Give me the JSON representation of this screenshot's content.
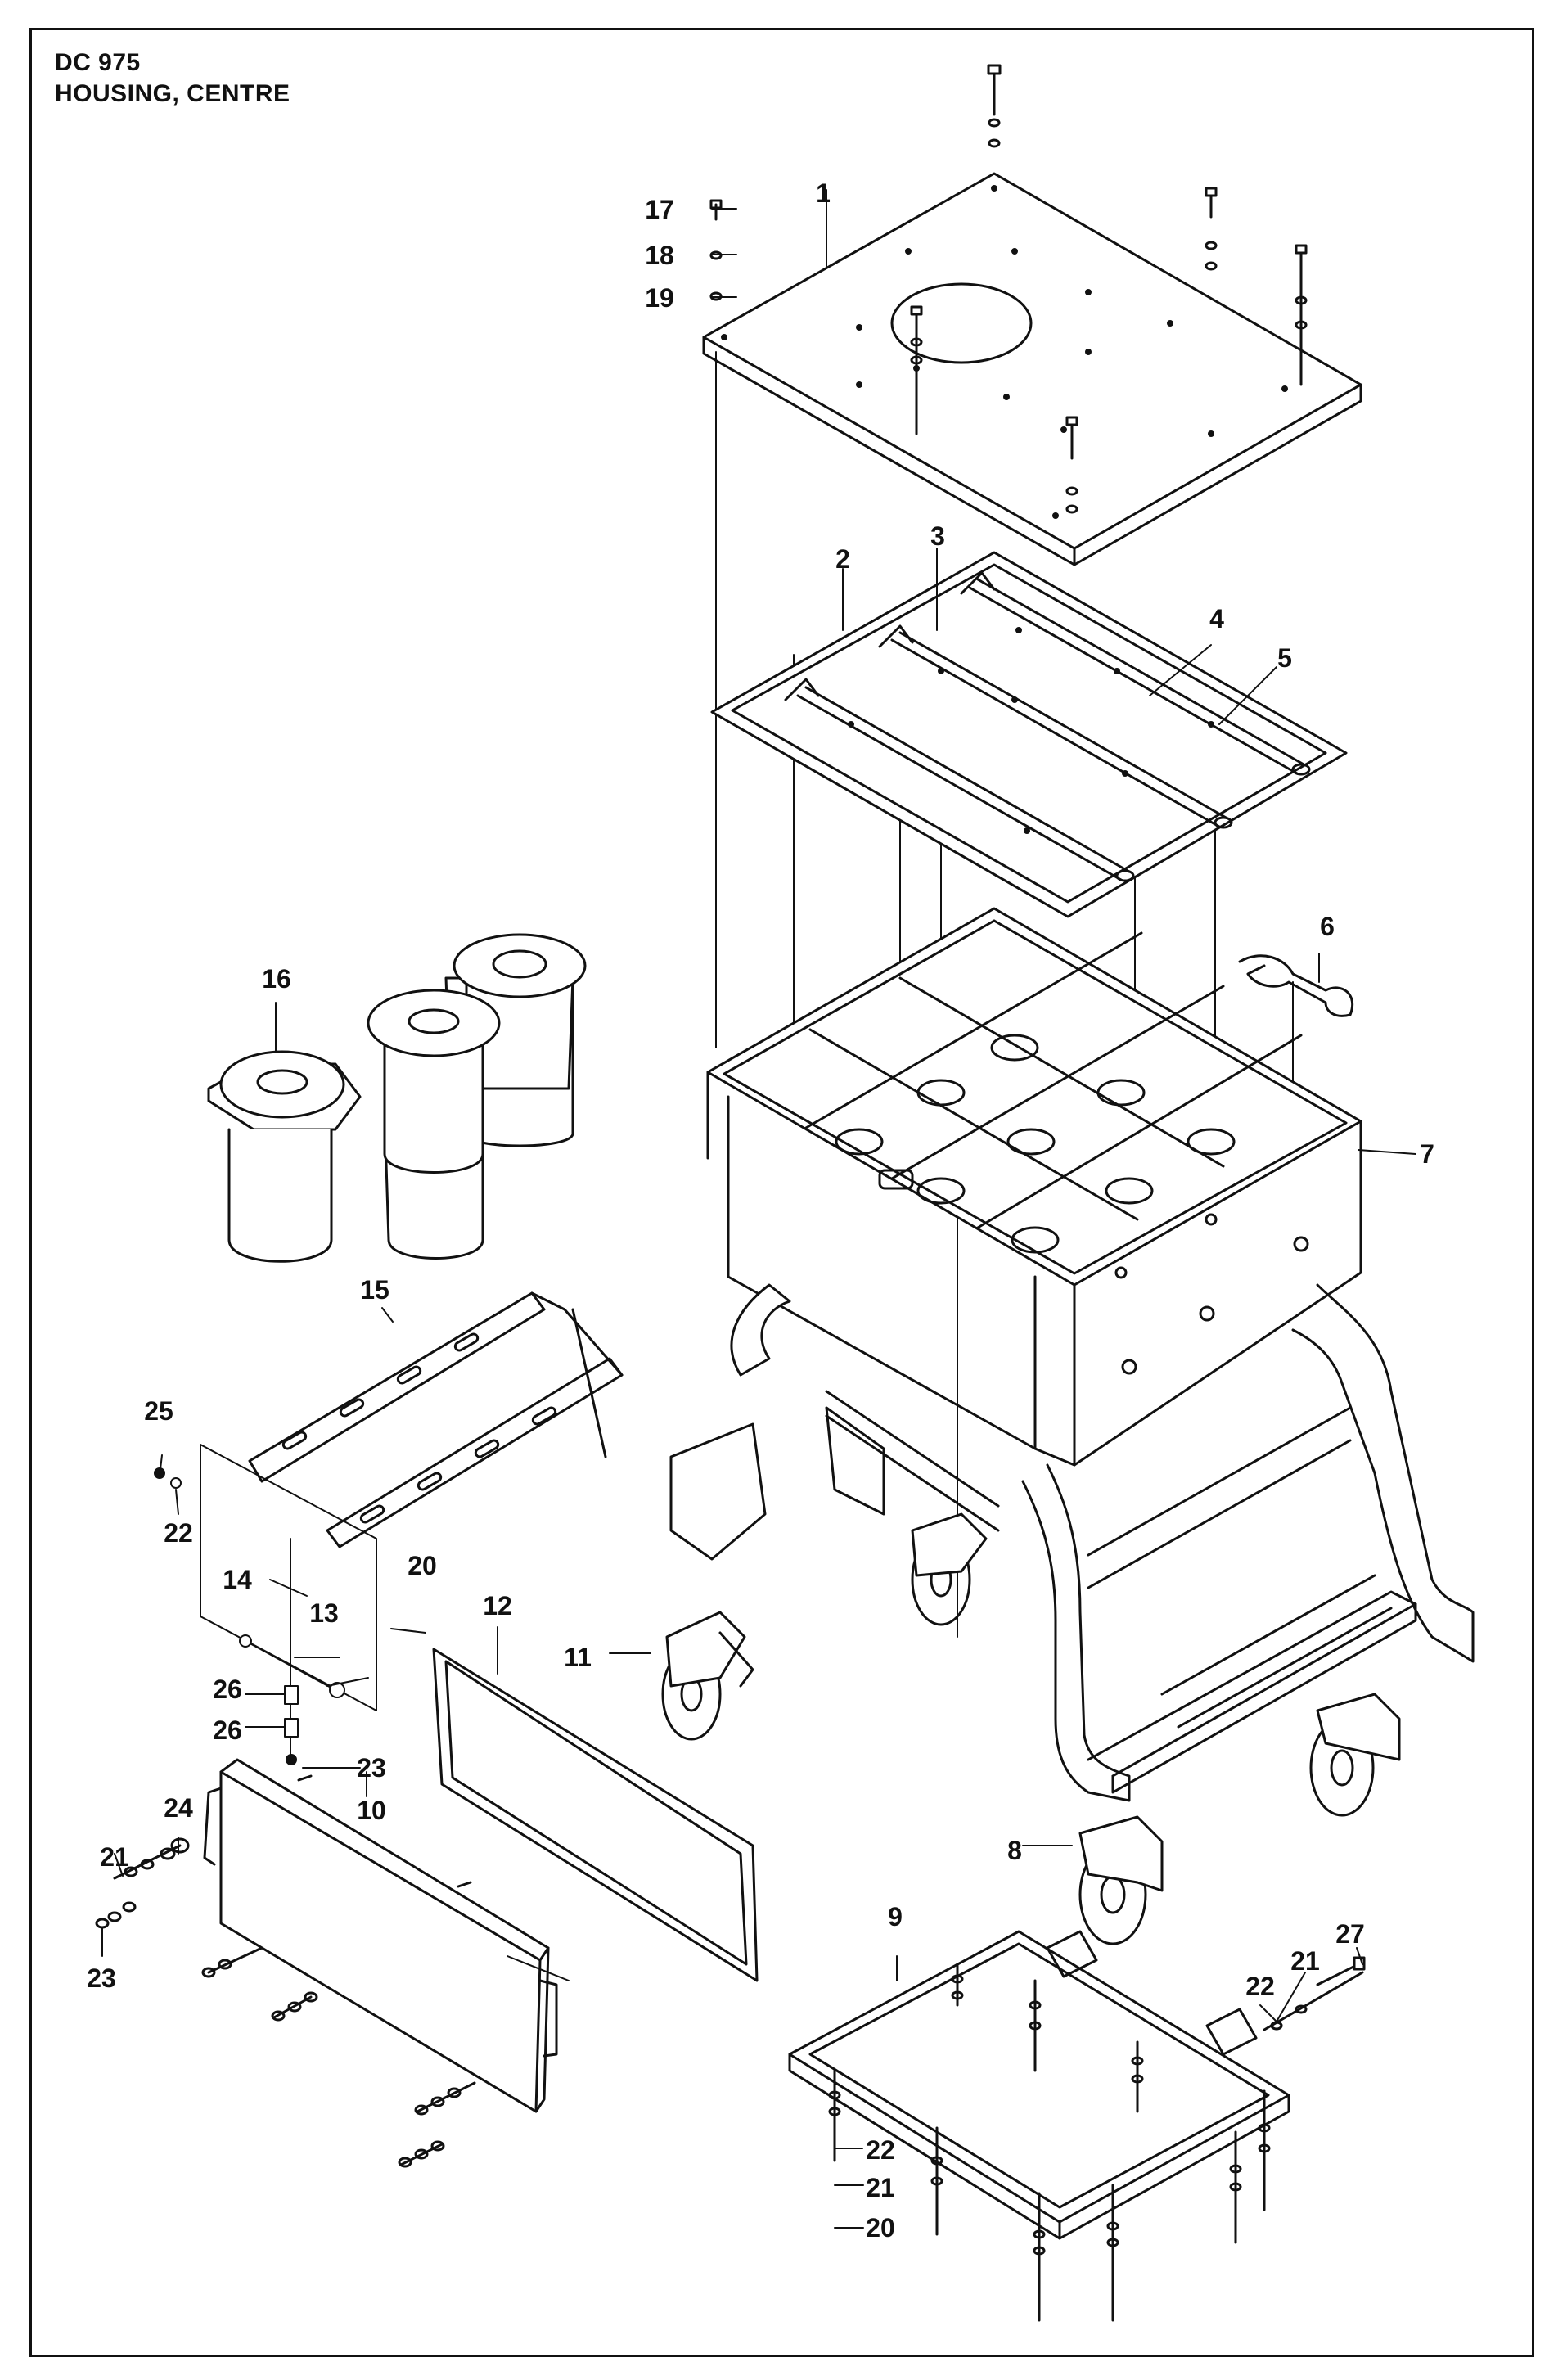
{
  "header": {
    "model": "DC 975",
    "section": "HOUSING, CENTRE"
  },
  "callouts": {
    "c1": "1",
    "c2": "2",
    "c3": "3",
    "c4": "4",
    "c5": "5",
    "c6": "6",
    "c7": "7",
    "c8": "8",
    "c9": "9",
    "c10": "10",
    "c11": "11",
    "c12": "12",
    "c13": "13",
    "c14": "14",
    "c15": "15",
    "c16": "16",
    "c17": "17",
    "c18": "18",
    "c19": "19",
    "c20a": "20",
    "c20b": "20",
    "c21a": "21",
    "c21b": "21",
    "c21c": "21",
    "c22a": "22",
    "c22b": "22",
    "c22c": "22",
    "c23a": "23",
    "c23b": "23",
    "c24": "24",
    "c25": "25",
    "c26a": "26",
    "c26b": "26",
    "c27": "27"
  }
}
